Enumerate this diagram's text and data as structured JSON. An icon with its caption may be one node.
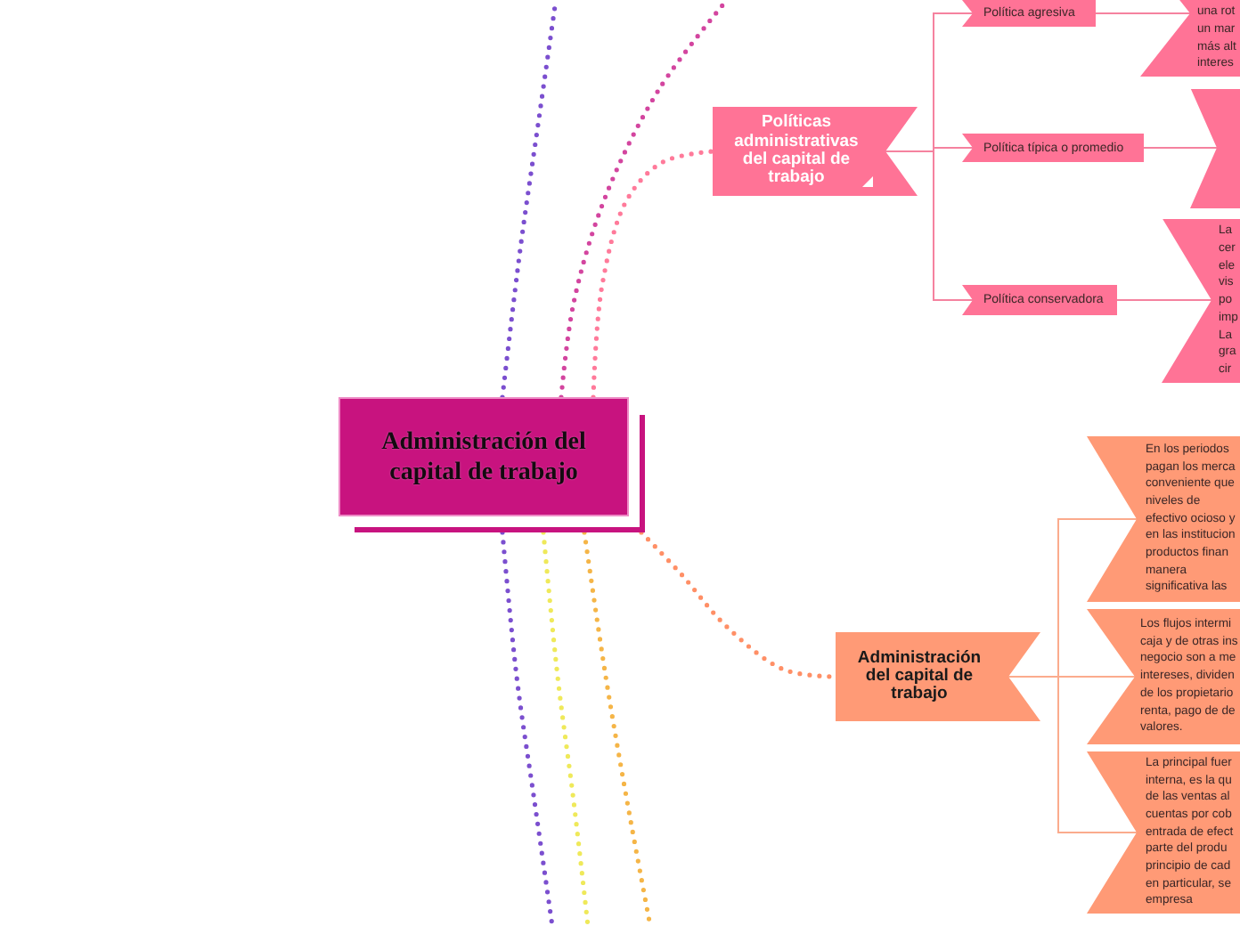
{
  "diagram": {
    "nodes": [
      {
        "text": [
          "Administración del capital de trabajo"
        ]
      },
      {
        "text": [
          "Políticas administrativas del capital de trabajo"
        ]
      },
      {
        "text": [
          "Política agresiva"
        ]
      },
      {
        "text": [
          "Política típica o promedio"
        ]
      },
      {
        "text": [
          "Política conservadora"
        ]
      },
      {
        "text": [
          "una rot un mar más alt interes"
        ]
      },
      {
        "text": [],
        "shape": "banner"
      },
      {
        "text": [
          "La cer ele vis po imp La gra cir"
        ]
      },
      {
        "text": [
          "Administración del capital de trabajo"
        ]
      },
      {
        "text": [
          "En los periodos pagan los merca conveniente que niveles de efectivo ocioso y en las institucion productos finan manera significativa las"
        ]
      },
      {
        "text": [
          "Los flujos intermi caja y de otras ins negocio son a me intereses, dividen de los propietario renta, pago de de valores."
        ]
      },
      {
        "text": [
          "La principal fuer interna, es la qu de las ventas al cuentas por cob entrada de efect parte del produ principio de cad en particular, se empresa"
        ]
      }
    ],
    "edges": [
      {
        "from": 0,
        "to": null,
        "arrow": "none",
        "style": "dashed",
        "color": "#7b4fcf"
      },
      {
        "from": 0,
        "to": null,
        "arrow": "none",
        "style": "dashed",
        "color": "#d3459f"
      },
      {
        "from": 0,
        "to": 1,
        "arrow": "none",
        "style": "dashed",
        "color": "#ff7a9a"
      },
      {
        "from": 1,
        "to": 2,
        "arrow": "none"
      },
      {
        "from": 1,
        "to": 3,
        "arrow": "none"
      },
      {
        "from": 1,
        "to": 4,
        "arrow": "none"
      },
      {
        "from": 2,
        "to": 5,
        "arrow": "none"
      },
      {
        "from": 3,
        "to": 6,
        "arrow": "none"
      },
      {
        "from": 4,
        "to": 7,
        "arrow": "none"
      },
      {
        "from": 0,
        "to": 8,
        "arrow": "none",
        "style": "dashed",
        "color": "#ff8f66"
      },
      {
        "from": 8,
        "to": 9,
        "arrow": "none",
        "color": "#fbab8d"
      },
      {
        "from": 8,
        "to": 10,
        "arrow": "none",
        "color": "#fbab8d"
      },
      {
        "from": 8,
        "to": 11,
        "arrow": "none",
        "color": "#fbab8d"
      },
      {
        "from": 0,
        "to": null,
        "arrow": "none",
        "style": "dashed",
        "color": "#7b4fcf"
      },
      {
        "from": 0,
        "to": null,
        "arrow": "none",
        "style": "dashed",
        "color": "#efe95a"
      },
      {
        "from": 0,
        "to": null,
        "arrow": "none",
        "style": "dashed",
        "color": "#f5b547"
      }
    ]
  }
}
